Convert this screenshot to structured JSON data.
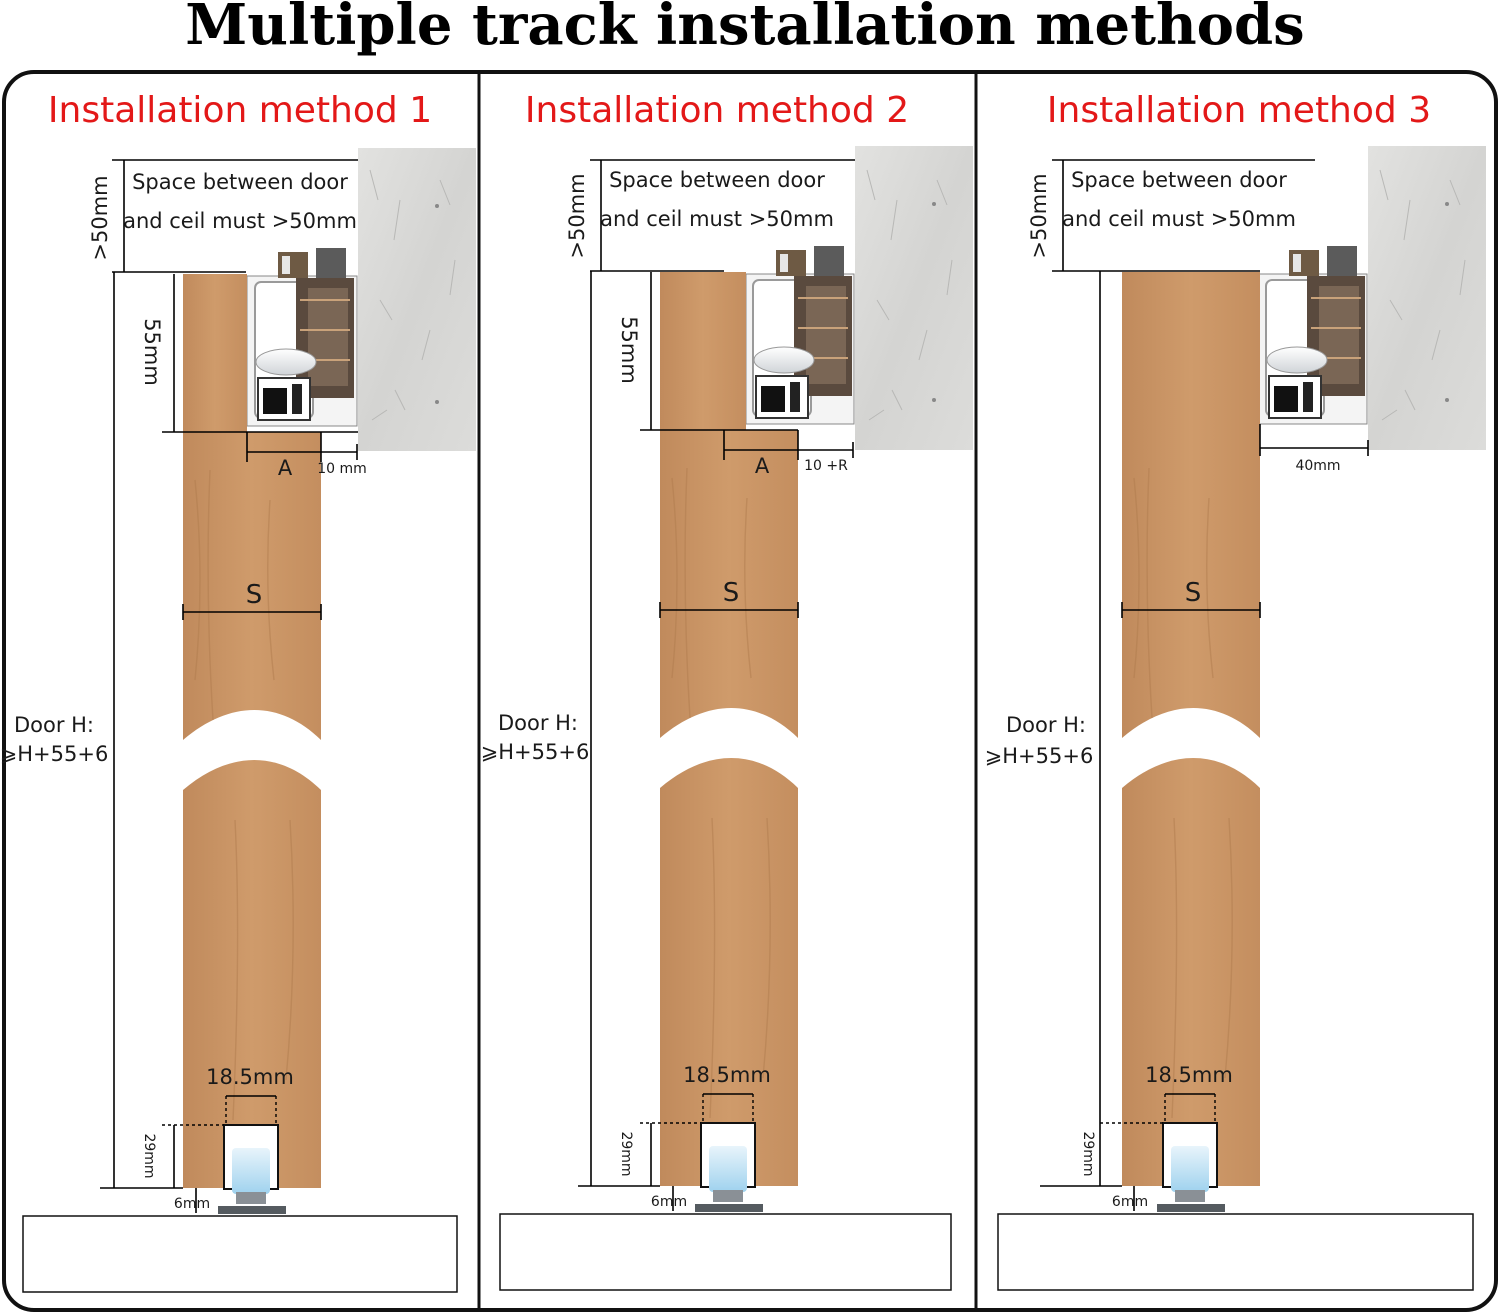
{
  "title": "Multiple track installation methods",
  "colors": {
    "method_title": "#e31818",
    "wood": "#c48e5f",
    "wood_light": "#d0a070",
    "concrete": "#d8d8d6",
    "frame": "#111111"
  },
  "methods": [
    {
      "title": "Installation method 1",
      "space_line1": "Space between door",
      "space_line2": "and ceil must >50mm",
      "gap_label": ">50mm",
      "height_label": "55mm",
      "offset_label": "A",
      "side_label": "10 mm",
      "width_label": "S",
      "door_h_label": "Door H:",
      "door_h_formula": "⩾H+55+6",
      "guide_width_label": "18.5mm",
      "guide_depth_label": "29mm",
      "bottom_gap_label": "6mm"
    },
    {
      "title": "Installation method 2",
      "space_line1": "Space between door",
      "space_line2": "and ceil must >50mm",
      "gap_label": ">50mm",
      "height_label": "55mm",
      "offset_label": "A",
      "side_label": "10 +R",
      "width_label": "S",
      "door_h_label": "Door H:",
      "door_h_formula": "⩾H+55+6",
      "guide_width_label": "18.5mm",
      "guide_depth_label": "29mm",
      "bottom_gap_label": "6mm"
    },
    {
      "title": "Installation method 3",
      "space_line1": "Space between door",
      "space_line2": "and ceil must >50mm",
      "gap_label": ">50mm",
      "side_label": "40mm",
      "width_label": "S",
      "door_h_label": "Door H:",
      "door_h_formula": "⩾H+55+6",
      "guide_width_label": "18.5mm",
      "guide_depth_label": "29mm",
      "bottom_gap_label": "6mm"
    }
  ]
}
